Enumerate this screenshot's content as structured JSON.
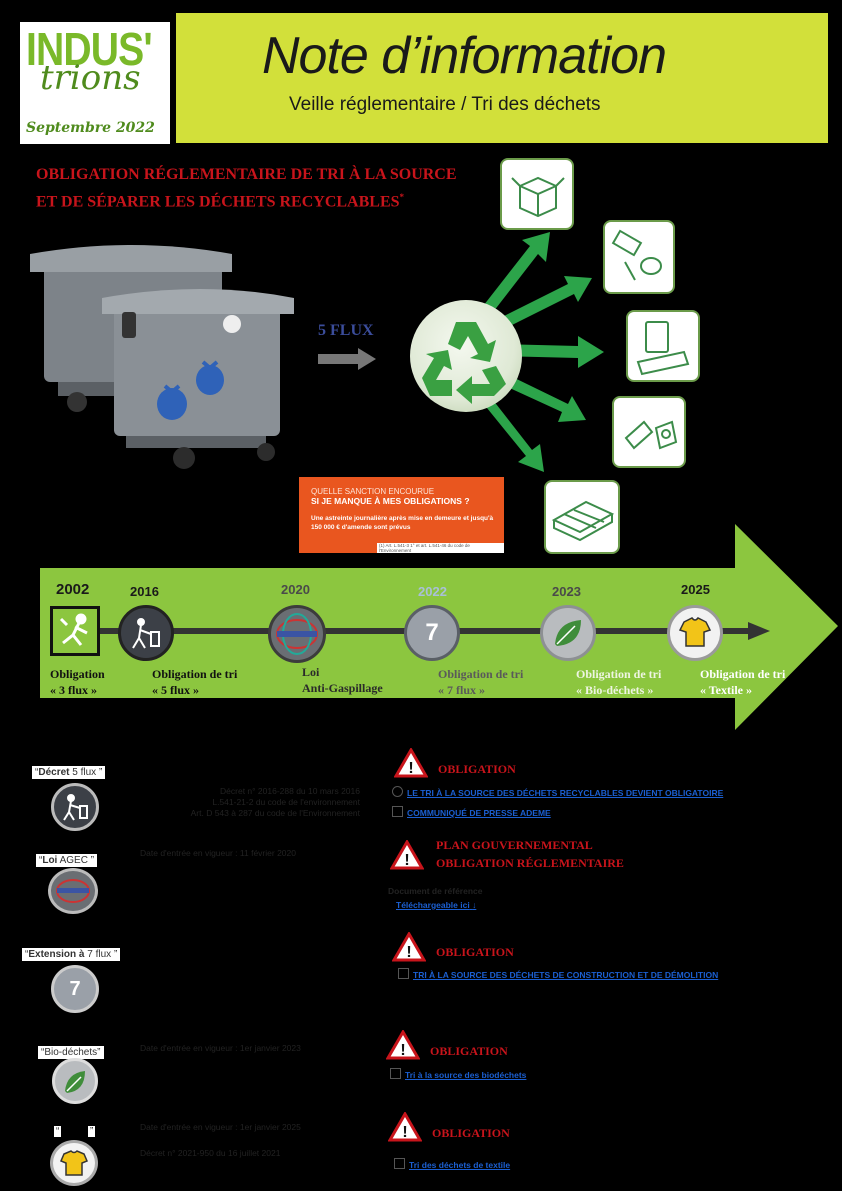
{
  "header": {
    "logo_main": "INDUS'",
    "logo_script": "trions",
    "logo_date": "Septembre 2022",
    "title": "Note d’information",
    "subtitle": "Veille réglementaire / Tri des déchets"
  },
  "headline": {
    "line1": "OBLIGATION RÉGLEMENTAIRE DE TRI À LA SOURCE",
    "line2": "ET DE SÉPARER LES DÉCHETS RECYCLABLES",
    "sup": "*"
  },
  "flux_label": "5 FLUX",
  "sanction": {
    "line1": "QUELLE SANCTION ENCOURUE",
    "line2": "SI JE MANQUE À MES OBLIGATIONS ?",
    "line3": "Une astreinte journalière après mise en demeure et jusqu'à",
    "line4": "150 000 € d'amende sont prévus",
    "footnote": "(1) Art. L.541-3 1° et art. L.541-46 du code de l'Environnement"
  },
  "timeline": [
    {
      "year": "2002",
      "label1": "Obligation",
      "label2": "« 3 flux »"
    },
    {
      "year": "2016",
      "label1": "Obligation de tri",
      "label2": "« 5 flux »"
    },
    {
      "year": "2020",
      "label1": "Loi",
      "label2": "Anti-Gaspillage"
    },
    {
      "year": "2022",
      "label1": "Obligation de tri",
      "label2": "« 7 flux »",
      "icon_text": "7"
    },
    {
      "year": "2023",
      "label1": "Obligation de tri",
      "label2": "« Bio-déchets »"
    },
    {
      "year": "2025",
      "label1": "Obligation de tri",
      "label2": "« Textile »"
    }
  ],
  "sections": {
    "s1": {
      "label_q1": "“",
      "label_bold": "Décret",
      "label_rest": " 5 flux ",
      "label_q2": "”",
      "details": [
        "Décret n° 2016-288 du 10 mars 2016",
        "L.541-21-2 du code de l'environnement",
        "Art. D 543 à 287 du code de l'Environnement"
      ],
      "ob_title": "OBLIGATION",
      "links": [
        "LE TRI À LA SOURCE DES DÉCHETS RECYCLABLES DEVIENT OBLIGATOIRE",
        "COMMUNIQUÉ DE PRESSE ADEME"
      ]
    },
    "s2": {
      "label_q1": "“",
      "label_bold": "Loi",
      "label_rest": " AGEC ",
      "label_q2": "”",
      "date": "Date d'entrée en vigueur : 11 février 2020",
      "ob_title1": "PLAN GOUVERNEMENTAL",
      "ob_title2": "OBLIGATION RÉGLEMENTAIRE",
      "doc_ref": "Document de référence",
      "link": "Téléchargeable ici",
      "arrow": "↓"
    },
    "s3": {
      "label_q1": "“",
      "label_bold": "Extension à",
      "label_num": " 7",
      "label_rest": " flux ",
      "label_q2": "”",
      "icon_text": "7",
      "ob_title": "OBLIGATION",
      "link": "TRI À LA SOURCE DES DÉCHETS DE CONSTRUCTION ET DE DÉMOLITION"
    },
    "s4": {
      "label_q1": "“",
      "label_rest": "Bio-déchets",
      "label_q2": "”",
      "date": "Date d'entrée en vigueur : 1er janvier 2023",
      "ob_title": "OBLIGATION",
      "link": "Tri à la source des biodéchets"
    },
    "s5": {
      "label_q1": "“",
      "label_q2": "”",
      "date": "Date d'entrée en vigueur : 1er janvier 2025",
      "decree": "Décret n° 2021-950 du 16 juillet 2021",
      "ob_title": "OBLIGATION",
      "link": "Tri des déchets de textile"
    }
  },
  "colors": {
    "header_bg": "#d2e03a",
    "timeline_green": "#8cc63f",
    "red": "#c8141b",
    "link_blue": "#1b5fd1",
    "sanction_orange": "#e9561f"
  },
  "icons": [
    "cardboard-box-icon",
    "metal-cans-icon",
    "paper-roll-icon",
    "glass-bottle-icon",
    "wood-pallet-icon",
    "recycle-icon",
    "warning-icon",
    "link-icon"
  ]
}
